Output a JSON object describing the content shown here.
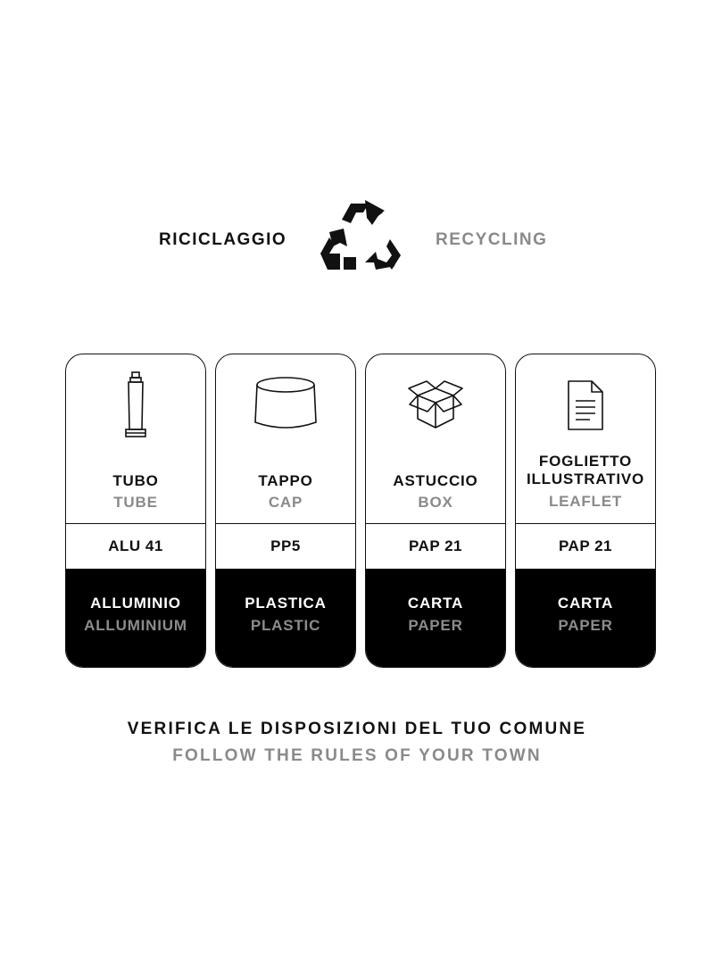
{
  "header": {
    "title_it": "RICICLAGGIO",
    "title_en": "RECYCLING",
    "symbol_icon": "recycle-icon"
  },
  "cards": [
    {
      "icon": "tube-icon",
      "name_it": "TUBO",
      "name_en": "TUBE",
      "code": "ALU 41",
      "material_it": "ALLUMINIO",
      "material_en": "ALLUMINIUM"
    },
    {
      "icon": "cap-icon",
      "name_it": "TAPPO",
      "name_en": "CAP",
      "code": "PP5",
      "material_it": "PLASTICA",
      "material_en": "PLASTIC"
    },
    {
      "icon": "box-icon",
      "name_it": "ASTUCCIO",
      "name_en": "BOX",
      "code": "PAP 21",
      "material_it": "CARTA",
      "material_en": "PAPER"
    },
    {
      "icon": "leaflet-icon",
      "name_it_line1": "FOGLIETTO",
      "name_it_line2": "ILLUSTRATIVO",
      "name_en": "LEAFLET",
      "code": "PAP 21",
      "material_it": "CARTA",
      "material_en": "PAPER"
    }
  ],
  "footer": {
    "text_it": "VERIFICA LE DISPOSIZIONI DEL TUO COMUNE",
    "text_en": "FOLLOW THE RULES OF YOUR TOWN"
  },
  "colors": {
    "primary": "#111111",
    "secondary": "#8a8a8a",
    "panel": "#000000",
    "background": "#ffffff"
  }
}
